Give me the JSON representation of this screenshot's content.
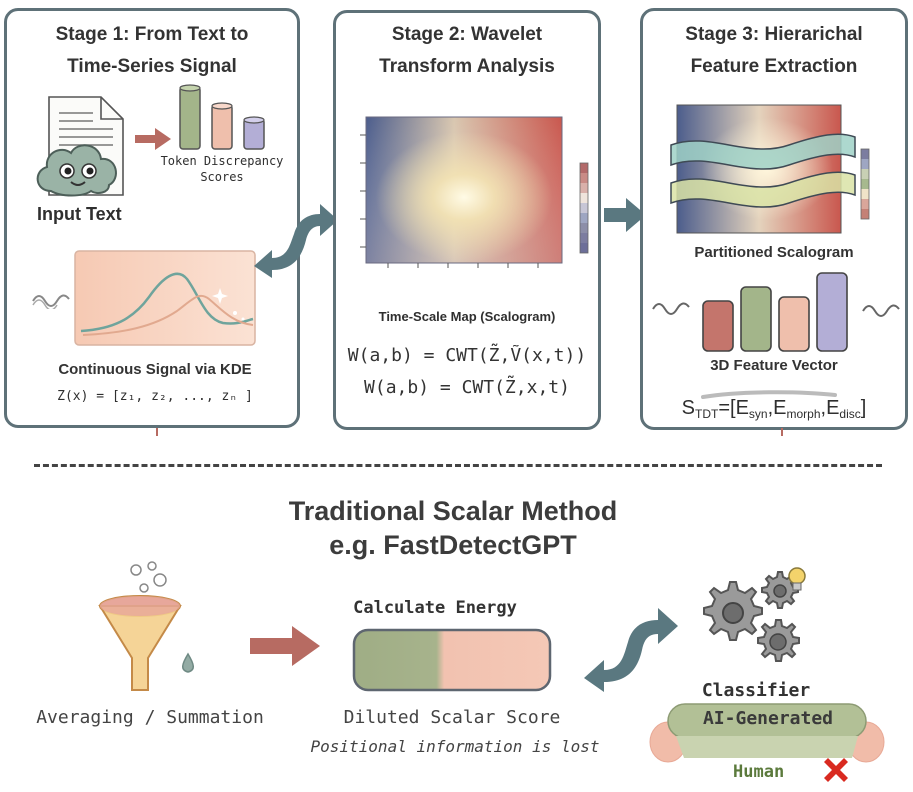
{
  "stage1": {
    "title_line1": "Stage 1: From Text to",
    "title_line2": "Time-Series Signal",
    "input_label": "Input Text",
    "token_label_line1": "Token Discrepancy",
    "token_label_line2": "Scores",
    "signal_label": "Continuous Signal via KDE",
    "formula": "Z(x) = [z₁, z₂, ..., zₙ ]"
  },
  "stage2": {
    "title_line1": "Stage 2: Wavelet",
    "title_line2": "Transform Analysis",
    "map_label": "Time-Scale Map (Scalogram)",
    "formula1": "W(a,b) = CWT(Z̃,Ṽ(x,t))",
    "formula2": "W(a,b) = CWT(Z̃,x,t)"
  },
  "stage3": {
    "title_line1": "Stage 3: Hierarichal",
    "title_line2": "Feature Extraction",
    "scalogram_label": "Partitioned Scalogram",
    "vector_label": "3D Feature Vector",
    "formula": {
      "s": "S",
      "s_sub": "TDT",
      "mid": "=[E",
      "e1_sub": "syn",
      "sep1": ",E",
      "e2_sub": "morph",
      "sep2": ",E",
      "e3_sub": "disc",
      "end": "]"
    }
  },
  "bottom": {
    "title_line1": "Traditional Scalar Method",
    "title_line2": "e.g. FastDetectGPT",
    "averaging_label": "Averaging / Summation",
    "energy_label": "Calculate Energy",
    "diluted_label": "Diluted Scalar Score",
    "lost_label": "Positional information is lost",
    "classifier_label": "Classifier",
    "ai_label": "AI-Generated",
    "human_label": "Human"
  },
  "colors": {
    "frame": "#5e7178",
    "arrow_teal": "#5a7880",
    "arrow_red": "#b76b62",
    "bar_green": "#a3b58a",
    "bar_peach": "#efbfac",
    "bar_purple": "#b3aed6",
    "bar_red": "#c4756c",
    "energy_green": "#9fad85",
    "energy_peach": "#f2c2b0"
  },
  "icons": [
    "document-icon",
    "cloud-face-icon",
    "funnel-icon",
    "gears-icon",
    "lightbulb-icon",
    "cross-icon"
  ]
}
